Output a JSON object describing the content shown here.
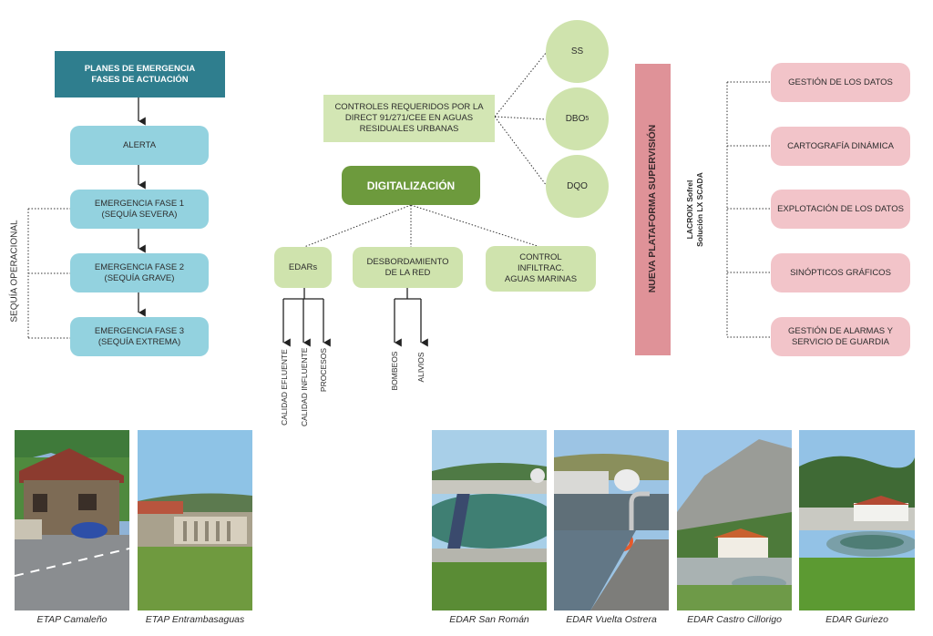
{
  "left": {
    "header": "PLANES DE EMERGENCIA\nFASES DE ACTUACIÓN",
    "phases": [
      "ALERTA",
      "EMERGENCIA FASE 1\n(SEQUÍA SEVERA)",
      "EMERGENCIA FASE 2\n(SEQUÍA GRAVE)",
      "EMERGENCIA FASE 3\n(SEQUÍA EXTREMA)"
    ],
    "side_label": "SEQUÍA OPERACIONAL"
  },
  "center": {
    "controls": "CONTROLES REQUERIDOS POR LA\nDIRECT 91/271/CEE EN AGUAS\nRESIDUALES URBANAS",
    "parameters": [
      "SS",
      "DBO",
      "DQO"
    ],
    "dbo_subscript": "5",
    "digitalization": "DIGITALIZACIÓN",
    "branches": [
      "EDARs",
      "DESBORDAMIENTO\nDE LA RED",
      "CONTROL\nINFILTRAC.\nAGUAS MARINAS"
    ],
    "edar_outputs": [
      "CALIDAD EFLUENTE",
      "CALIDAD INFLUENTE",
      "PROCESOS"
    ],
    "red_outputs": [
      "BOMBEOS",
      "ALIVIOS"
    ]
  },
  "right": {
    "platform": "NUEVA PLATAFORMA SUPERVISIÓN",
    "vendor_line1": "LACROIX Sofrel",
    "vendor_line2": "Solución LX SCADA",
    "features": [
      "GESTIÓN DE LOS DATOS",
      "CARTOGRAFÍA DINÁMICA",
      "EXPLOTACIÓN DE LOS DATOS",
      "SINÓPTICOS GRÁFICOS",
      "GESTIÓN DE ALARMAS Y\nSERVICIO DE GUARDIA"
    ]
  },
  "photos": [
    "ETAP Camaleño",
    "ETAP Entrambasaguas",
    "EDAR San Román",
    "EDAR Vuelta Ostrera",
    "EDAR Castro Cillorigo",
    "EDAR Guriezo"
  ],
  "colors": {
    "teal": "#2f7e8e",
    "cyan": "#93d2df",
    "light_green": "#cfe3ad",
    "dark_green": "#6d9a3d",
    "pink": "#f2c4c9",
    "platform_bar": "#df9298"
  }
}
